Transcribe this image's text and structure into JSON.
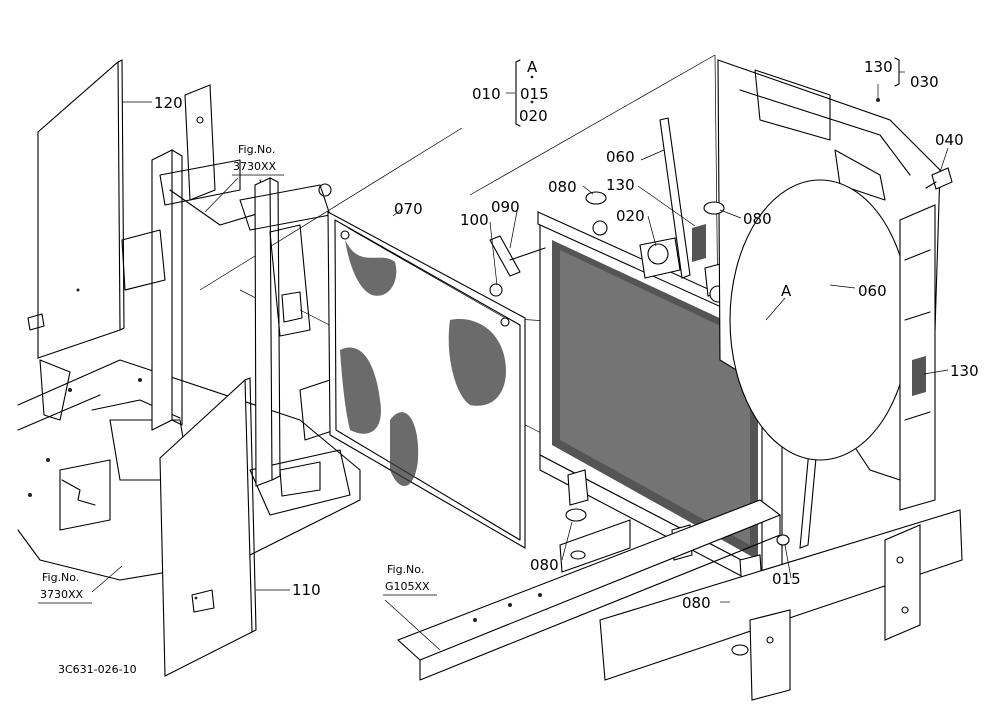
{
  "parts": [
    {
      "id": "p010",
      "ref": "010"
    },
    {
      "id": "p015a",
      "ref": "015"
    },
    {
      "id": "p020a",
      "ref": "020"
    },
    {
      "id": "pA1",
      "ref": "A"
    },
    {
      "id": "p130a",
      "ref": "130"
    },
    {
      "id": "p030",
      "ref": "030"
    },
    {
      "id": "p040",
      "ref": "040"
    },
    {
      "id": "p120",
      "ref": "120"
    },
    {
      "id": "p070",
      "ref": "070"
    },
    {
      "id": "p060a",
      "ref": "060"
    },
    {
      "id": "p080a",
      "ref": "080"
    },
    {
      "id": "p130b",
      "ref": "130"
    },
    {
      "id": "p080b",
      "ref": "080"
    },
    {
      "id": "p100",
      "ref": "100"
    },
    {
      "id": "p090",
      "ref": "090"
    },
    {
      "id": "p020b",
      "ref": "020"
    },
    {
      "id": "pA2",
      "ref": "A"
    },
    {
      "id": "p060b",
      "ref": "060"
    },
    {
      "id": "p130c",
      "ref": "130"
    },
    {
      "id": "p080c",
      "ref": "080"
    },
    {
      "id": "p015b",
      "ref": "015"
    },
    {
      "id": "p080d",
      "ref": "080"
    },
    {
      "id": "p110",
      "ref": "110"
    }
  ],
  "figure_refs": {
    "fig_no_label": "Fig.No.",
    "ref1": "3730XX",
    "ref2": "3730XX",
    "ref3": "G105XX"
  },
  "drawing_id": "3C631-026-10"
}
